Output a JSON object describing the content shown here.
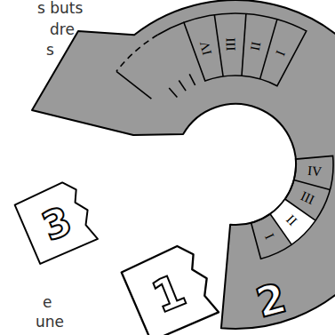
{
  "diagram": {
    "nodes": [
      {
        "text": [
          "2"
        ]
      },
      {
        "text": [
          "3"
        ]
      },
      {
        "text": [
          "1"
        ]
      }
    ],
    "labels": [
      "s buts",
      "dre",
      "s",
      "IV",
      "III",
      "II",
      "I",
      "IV",
      "III",
      "II",
      "I",
      "e",
      "une"
    ]
  }
}
